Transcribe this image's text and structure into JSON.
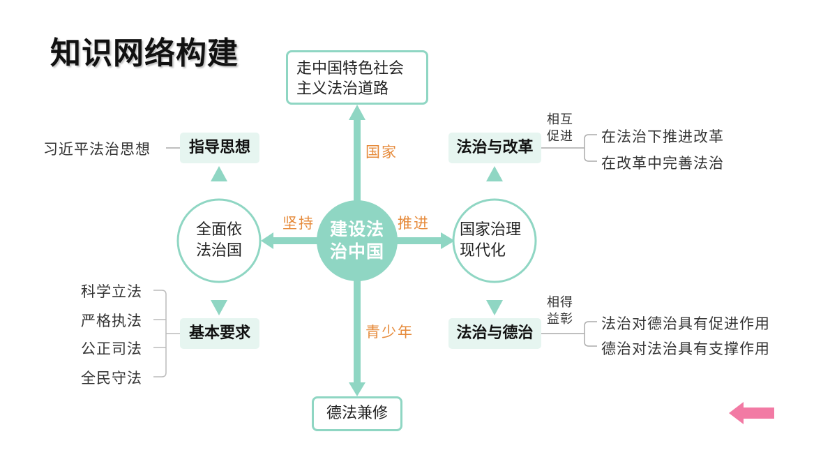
{
  "title": "知识网络构建",
  "center": {
    "line1": "建设法",
    "line2": "治中国"
  },
  "top_box": {
    "line1": "走中国特色社会",
    "line2": "主义法治道路"
  },
  "bottom_box": "德法兼修",
  "left_circle": {
    "line1": "全面依",
    "line2": "法治国"
  },
  "right_circle": {
    "line1": "国家治理",
    "line2": "现代化"
  },
  "arrow_labels": {
    "top": "国家",
    "bottom": "青少年",
    "left": "坚持",
    "right": "推进"
  },
  "guiding_thought": {
    "label": "指导思想",
    "source": "习近平法治思想"
  },
  "basic_requirements": {
    "label": "基本要求",
    "items": [
      "科学立法",
      "严格执法",
      "公正司法",
      "全民守法"
    ]
  },
  "rule_and_reform": {
    "label": "法治与改革",
    "relation": [
      "相互",
      "促进"
    ],
    "items": [
      "在法治下推进改革",
      "在改革中完善法治"
    ]
  },
  "rule_and_virtue": {
    "label": "法治与德治",
    "relation": [
      "相得",
      "益彰"
    ],
    "items": [
      "法治对德治具有促进作用",
      "德治对法治具有支撑作用"
    ]
  },
  "colors": {
    "teal": "#8fd6c3",
    "teal_fill": "#e6f5f0",
    "orange": "#e68a3a",
    "pink_arrow": "#f27aa4"
  }
}
